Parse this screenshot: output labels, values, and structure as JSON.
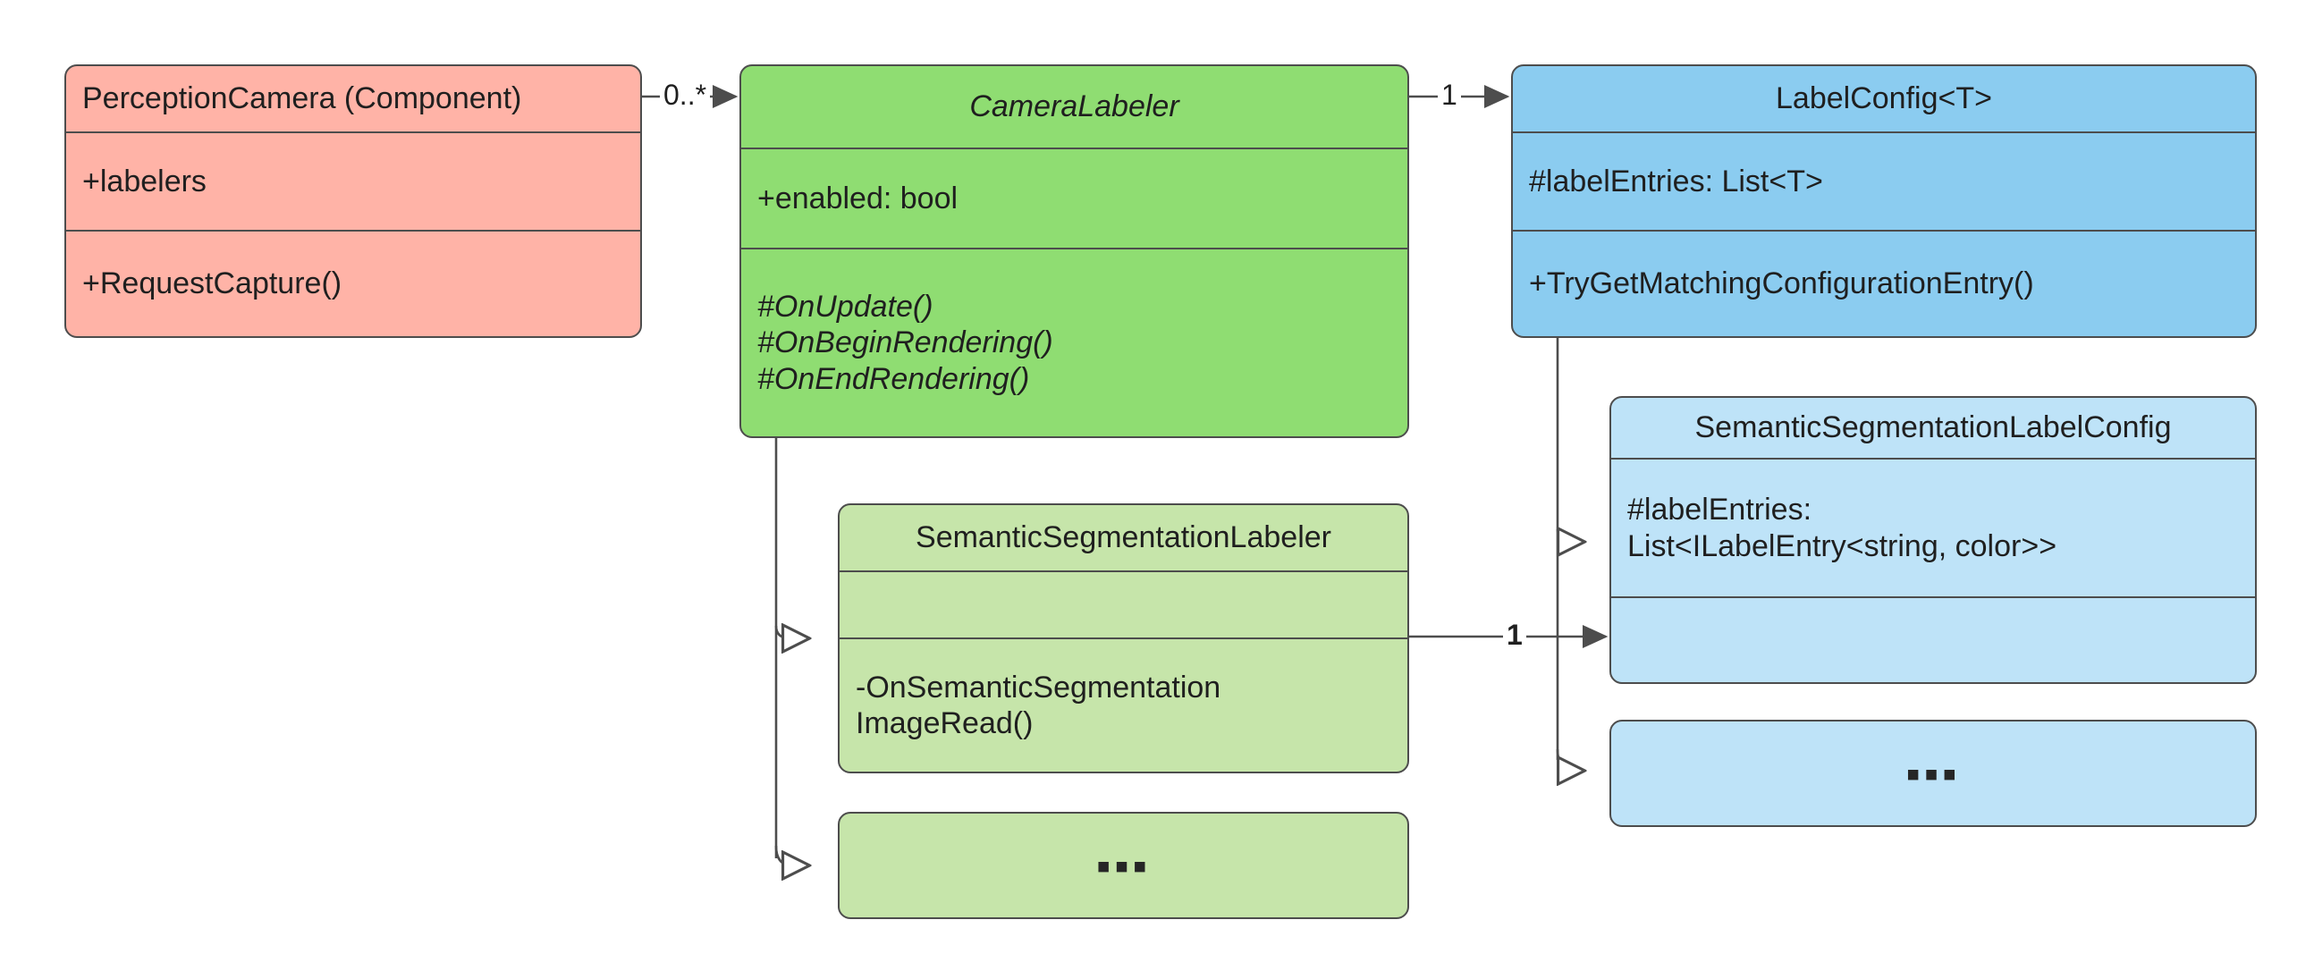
{
  "diagram": {
    "title": "Perception Camera Labeler UML class diagram",
    "type": "uml-class-diagram",
    "background": "#ffffff",
    "stroke": "#4d4d4d",
    "palette": {
      "perception_camera": "#FFB3A7",
      "camera_labeler": "#8FDD72",
      "labeler_subclass": "#C6E5AA",
      "label_config": "#8BCCF0",
      "label_config_subclass": "#BEE3F8"
    }
  },
  "classes": {
    "perception_camera": {
      "name": "PerceptionCamera (Component)",
      "attributes": [
        "+labelers"
      ],
      "operations": [
        "+RequestCapture()"
      ]
    },
    "camera_labeler": {
      "name": "CameraLabeler",
      "abstract": true,
      "attributes": [
        "+enabled: bool"
      ],
      "operations": [
        "#OnUpdate()",
        "#OnBeginRendering()",
        "#OnEndRendering()"
      ]
    },
    "label_config": {
      "name": "LabelConfig<T>",
      "attributes": [
        "#labelEntries: List<T>"
      ],
      "operations": [
        "+TryGetMatchingConfigurationEntry()"
      ]
    },
    "semantic_segmentation_labeler": {
      "name": "SemanticSegmentationLabeler",
      "attributes": [
        ""
      ],
      "operations": [
        "-OnSemanticSegmentation\nImageRead()"
      ]
    },
    "semantic_segmentation_label_config": {
      "name": "SemanticSegmentationLabelConfig",
      "attributes": [
        "#labelEntries:\nList<ILabelEntry<string, color>>"
      ],
      "operations": [
        ""
      ]
    },
    "more_labelers": {
      "name": "...",
      "ellipsis": "▪▪▪"
    },
    "more_label_configs": {
      "name": "...",
      "ellipsis": "▪▪▪"
    }
  },
  "relationships": [
    {
      "id": "camera-to-labeler",
      "from": "perception_camera",
      "to": "camera_labeler",
      "kind": "association",
      "arrow": "filled",
      "multiplicity": "0..*",
      "bold": false
    },
    {
      "id": "labeler-to-config",
      "from": "camera_labeler",
      "to": "label_config",
      "kind": "association",
      "arrow": "filled",
      "multiplicity": "1",
      "bold": false
    },
    {
      "id": "segmentation-labeler-to-config",
      "from": "semantic_segmentation_labeler",
      "to": "semantic_segmentation_label_config",
      "kind": "association",
      "arrow": "filled",
      "multiplicity": "1",
      "bold": true
    },
    {
      "id": "inherit-seg-labeler",
      "from": "semantic_segmentation_labeler",
      "to": "camera_labeler",
      "kind": "generalization",
      "arrow": "hollow-triangle",
      "multiplicity": ""
    },
    {
      "id": "inherit-more-labelers",
      "from": "more_labelers",
      "to": "camera_labeler",
      "kind": "generalization",
      "arrow": "hollow-triangle",
      "multiplicity": ""
    },
    {
      "id": "inherit-seg-config",
      "from": "semantic_segmentation_label_config",
      "to": "label_config",
      "kind": "generalization",
      "arrow": "hollow-triangle",
      "multiplicity": ""
    },
    {
      "id": "inherit-more-configs",
      "from": "more_label_configs",
      "to": "label_config",
      "kind": "generalization",
      "arrow": "hollow-triangle",
      "multiplicity": ""
    }
  ]
}
